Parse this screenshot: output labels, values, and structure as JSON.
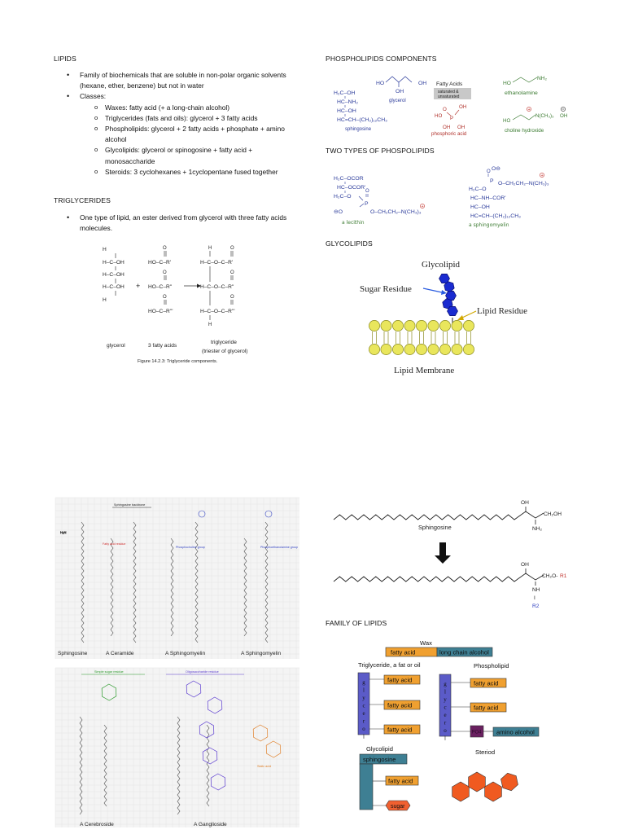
{
  "lipids": {
    "heading": "LIPIDS",
    "intro": "Family of biochemicals that are soluble in non-polar organic solvents (hexane, ether, benzene) but not in water",
    "classes_label": "Classes:",
    "classes": [
      "Waxes: fatty acid (+ a long-chain alcohol)",
      "Triglycerides (fats and oils): glycerol + 3 fatty acids",
      "Phospholipids: glycerol + 2 fatty acids + phosphate + amino alcohol",
      "Glycolipids: glycerol or spinogosine + fatty acid + monosaccharide",
      "Steroids: 3 cyclohexanes + 1cyclopentane fused together"
    ]
  },
  "triglycerides": {
    "heading": "TRIGLYCERIDES",
    "bullet": "One type of lipid, an ester derived from glycerol with three fatty acids molecules.",
    "figure": {
      "glycerol_label": "glycerol",
      "fatty_acids_label": "3 fatty acids",
      "product_label": "triglyceride",
      "product_sub": "(triester of glycerol)",
      "caption": "Figure 14.2.3: Triglyceride components.",
      "glycerol_rows": [
        "H",
        "H–C–OH",
        "H–C–OH",
        "H–C–OH",
        "H"
      ],
      "acid_rows": [
        "HO–C–R'",
        "HO–C–R''",
        "HO–C–R'''"
      ],
      "product_rows": [
        "H–C–O–C–R'",
        "H–C–O–C–R''",
        "H–C–O–C–R'''"
      ],
      "plus": "+"
    }
  },
  "phospholipid_components": {
    "heading": "PHOSPHOLIPIDS COMPONENTS",
    "sphingosine_rows": [
      "H₂C–OH",
      "HC–NH₂",
      "HC–OH",
      "HC=CH–(CH₂)₁₂CH₃"
    ],
    "sphingosine": "sphingosine",
    "glycerol_formula": [
      "HO",
      "OH",
      "OH"
    ],
    "glycerol": "glycerol",
    "fatty_acids": "Fatty Acids",
    "fatty_acids_box": [
      "saturated &",
      "unsaturated"
    ],
    "phosphoric_formula": [
      "O",
      "OH",
      "HO",
      "P",
      "OH",
      "OH"
    ],
    "phosphoric_acid": "phosphoric acid",
    "ethanolamine_formula": [
      "HO",
      "NH₂"
    ],
    "ethanolamine": "ethanolamine",
    "choline_formula": [
      "HO",
      "N(CH₃)₃",
      "OH"
    ],
    "choline": "choline hydroxide",
    "colors": {
      "sphingosine": "#2a3a9a",
      "glycerol": "#2a3a9a",
      "phosphoric": "#b0302a",
      "ethanolamine": "#3a7a30",
      "choline": "#3a7a30"
    }
  },
  "two_types": {
    "heading": "TWO TYPES OF PHOSPOLIPIDS",
    "lecithin_rows": [
      "H₂C–OCOR",
      "HC–OCOR'",
      "H₂C–O"
    ],
    "lecithin_tail": "O–CH₂CH₂–N(CH₃)₃",
    "lecithin_minus": "⊖O",
    "lecithin_p": "P",
    "lecithin": "a lecithin",
    "sphingomyelin_top": "O⊖",
    "sphingomyelin_tail": "O–CH₂CH₂–N(CH₃)₃",
    "sphingomyelin_rows": [
      "H₂C–O",
      "HC–NH–COR'",
      "HC–OH",
      "HC=CH–(CH₂)₁₂CH₃"
    ],
    "sphingomyelin": "a sphingomyelin"
  },
  "glycolipids": {
    "heading": "GLYCOLIPIDS",
    "title": "Glycolipid",
    "sugar_residue": "Sugar Residue",
    "lipid_residue": "Lipid Residue",
    "membrane": "Lipid Membrane",
    "colors": {
      "sugar": "#1a2bd0",
      "lipid": "#e9e65c",
      "arrow_blue": "#2a5ce0",
      "arrow_gold": "#d2a800"
    }
  },
  "sphingo_panel": {
    "top_label": "Sphingosine backbone",
    "labels": [
      "Sphingosine",
      "A Ceramide",
      "A Sphingomyelin",
      "A Sphingomyelin"
    ],
    "fatty_acid_label": "Fatty acid residue",
    "phosphocholine": "Phosphocholine group",
    "phosphoethanolamine": "Phosphoethanolamine group"
  },
  "glyco_panel": {
    "simple_sugar": "Simple sugar residue",
    "oligo_sugar": "Oligosaccharide residue",
    "sialic": "Sialic acid",
    "labels": [
      "A Cerebroside",
      "A Ganglioside"
    ]
  },
  "sphingosine_reaction": {
    "oh": "OH",
    "ch2oh": "CH₂OH",
    "nh2": "NH₂",
    "name": "Sphingosine",
    "oh2": "OH",
    "ch2o": "CH₂O-",
    "r1": "R1",
    "nh": "NH",
    "bar": "I",
    "r2": "R2"
  },
  "family": {
    "heading": "FAMILY OF LIPIDS",
    "wax": "Wax",
    "fatty_acid": "fatty acid",
    "long_chain_alcohol": "long chain alcohol",
    "triglyceride_label": "Triglyceride, a fat or oil",
    "phospholipid_label": "Phospholipid",
    "glycerol_vertical": "glycerol",
    "po4": "PO4",
    "amino_alcohol": "amino alcohol",
    "glycolipid_label": "Glycolipid",
    "sphingosine": "sphingosine",
    "sugar": "sugar",
    "steriod": "Steriod",
    "colors": {
      "fatty": "#f0a030",
      "glycerol": "#5b5bc8",
      "teal": "#3e7f93",
      "po4": "#6a2060",
      "sugar": "#f06030",
      "steroid": "#f05a20"
    }
  }
}
